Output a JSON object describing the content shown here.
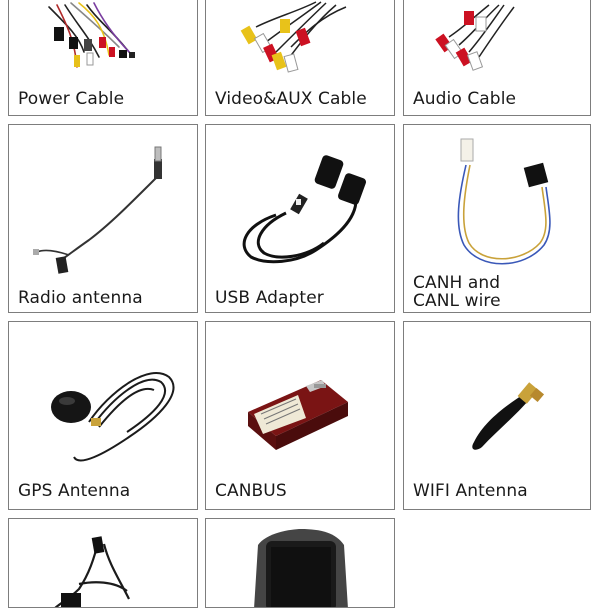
{
  "products": [
    {
      "id": "power-cable",
      "label": "Power Cable",
      "icon": "power-cable-harness-icon"
    },
    {
      "id": "video-aux-cable",
      "label": "Video&AUX Cable",
      "icon": "rca-video-aux-cable-icon"
    },
    {
      "id": "audio-cable",
      "label": "Audio Cable",
      "icon": "rca-audio-cable-icon"
    },
    {
      "id": "radio-antenna",
      "label": "Radio antenna",
      "icon": "radio-antenna-adapter-icon"
    },
    {
      "id": "usb-adapter",
      "label": "USB Adapter",
      "icon": "usb-adapter-cable-icon"
    },
    {
      "id": "canh-canl-wire",
      "label_line1": "CANH and",
      "label_line2": "CANL wire",
      "icon": "canh-canl-wire-icon"
    },
    {
      "id": "gps-antenna",
      "label": "GPS Antenna",
      "icon": "gps-antenna-icon"
    },
    {
      "id": "canbus",
      "label": "CANBUS",
      "icon": "canbus-box-icon"
    },
    {
      "id": "wifi-antenna",
      "label": "WIFI Antenna",
      "icon": "wifi-antenna-icon"
    },
    {
      "id": "extra-cable",
      "icon": "cable-icon"
    },
    {
      "id": "head-unit",
      "icon": "head-unit-frame-icon"
    }
  ]
}
